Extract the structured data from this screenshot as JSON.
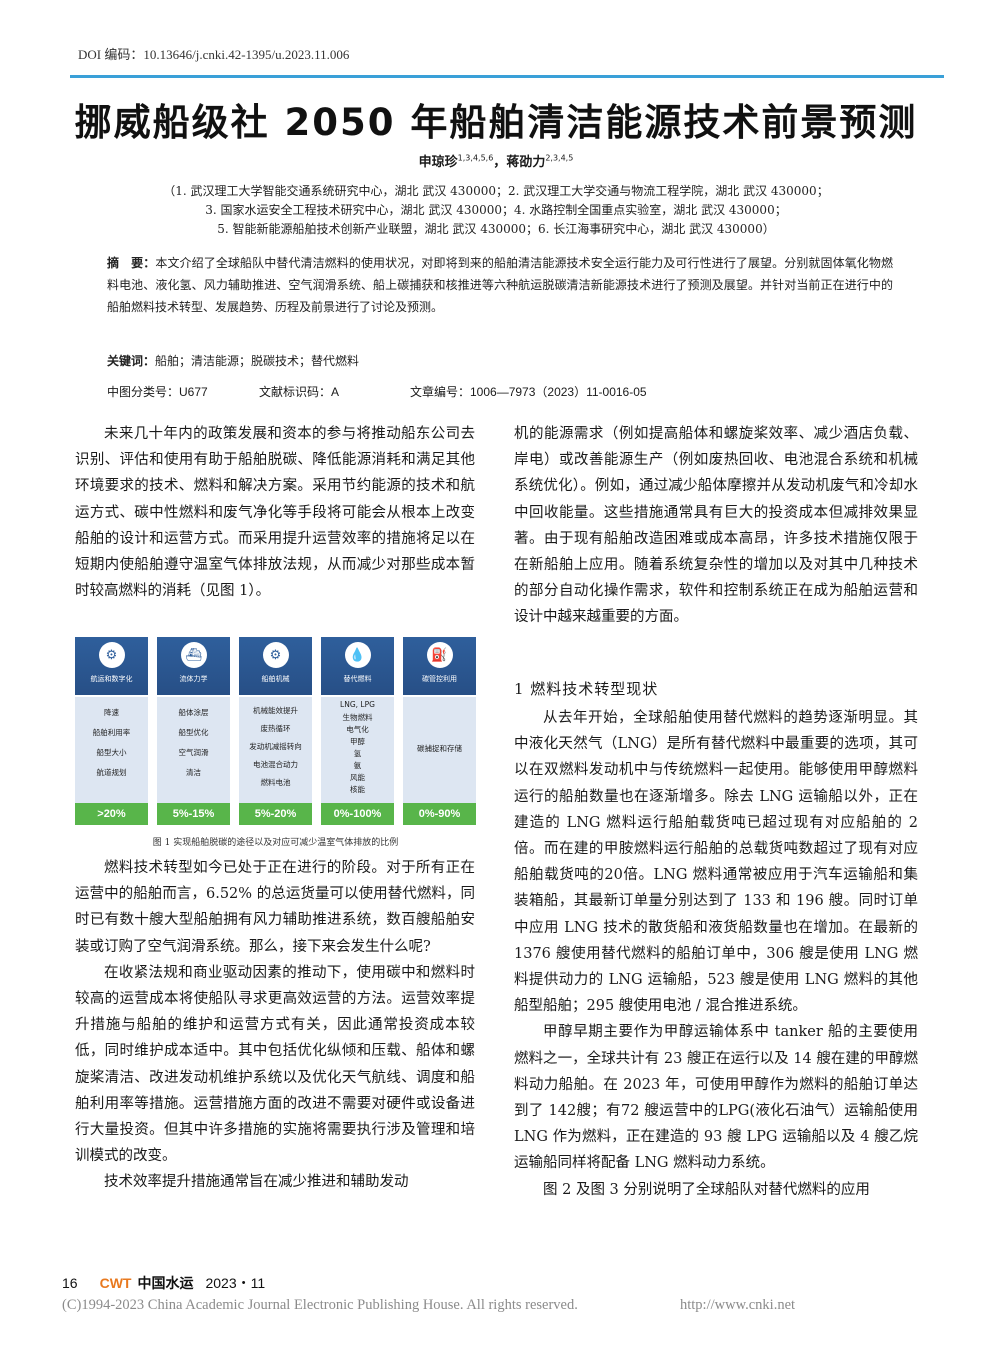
{
  "header": {
    "doi": "DOI 编码：10.13646/j.cnki.42-1395/u.2023.11.006"
  },
  "article": {
    "title": "挪威船级社 2050 年船舶清洁能源技术前景预测",
    "author1": "申琼珍",
    "author1_sup": "1,3,4,5,6",
    "author_sep": "，",
    "author2": "蒋劭力",
    "author2_sup": "2,3,4,5",
    "affiliations": [
      "（1. 武汉理工大学智能交通系统研究中心，湖北 武汉 430000；2. 武汉理工大学交通与物流工程学院，湖北 武汉 430000；",
      "3. 国家水运安全工程技术研究中心，湖北 武汉 430000；4. 水路控制全国重点实验室，湖北 武汉 430000；",
      "5. 智能新能源船舶技术创新产业联盟，湖北 武汉 430000；6. 长江海事研究中心，湖北 武汉 430000）"
    ],
    "abstract_label": "摘　要：",
    "abstract_text": "本文介绍了全球船队中替代清洁燃料的使用状况，对即将到来的船舶清洁能源技术安全运行能力及可行性进行了展望。分别就固体氧化物燃料电池、液化氢、风力辅助推进、空气润滑系统、船上碳捕获和核推进等六种航运脱碳清洁新能源技术进行了预测及展望。并针对当前正在进行中的船舶燃料技术转型、发展趋势、历程及前景进行了讨论及预测。",
    "keywords_label": "关键词：",
    "keywords_text": "船舶；清洁能源；脱碳技术；替代燃料",
    "clc": "中图分类号：U677",
    "doc_code": "文献标识码：A",
    "article_no": "文章编号：1006—7973（2023）11-0016-05"
  },
  "body": {
    "left_top": [
      "未来几十年内的政策发展和资本的参与将推动船东公司去识别、评估和使用有助于船舶脱碳、降低能源消耗和满足其他环境要求的技术、燃料和解决方案。采用节约能源的技术和航运方式、碳中性燃料和废气净化等手段将可能会从根本上改变船舶的设计和运营方式。而采用提升运营效率的措施将足以在短期内使船舶遵守温室气体排放法规，从而减少对那些成本暂时较高燃料的消耗（见图 1）。"
    ],
    "left_bot": [
      "燃料技术转型如今已处于正在进行的阶段。对于所有正在运营中的船舶而言，6.52% 的总运货量可以使用替代燃料，同时已有数十艘大型船舶拥有风力辅助推进系统，数百艘船舶安装或订购了空气润滑系统。那么，接下来会发生什么呢?",
      "在收紧法规和商业驱动因素的推动下，使用碳中和燃料时较高的运营成本将使船队寻求更高效运营的方法。运营效率提升措施与船舶的维护和运营方式有关，因此通常投资成本较低，同时维护成本适中。其中包括优化纵倾和压载、船体和螺旋桨清洁、改进发动机维护系统以及优化天气航线、调度和船舶利用率等措施。运营措施方面的改进不需要对硬件或设备进行大量投资。但其中许多措施的实施将需要执行涉及管理和培训模式的改变。",
      "技术效率提升措施通常旨在减少推进和辅助发动"
    ],
    "right_top": "机的能源需求（例如提高船体和螺旋桨效率、减少酒店负载、岸电）或改善能源生产（例如废热回收、电池混合系统和机械系统优化）。例如，通过减少船体摩擦并从发动机废气和冷却水中回收能量。这些措施通常具有巨大的投资成本但减排效果显著。由于现有船舶改造困难或成本高昂，许多技术措施仅限于在新船舶上应用。随着系统复杂性的增加以及对其中几种技术的部分自动化操作需求，软件和控制系统正在成为船舶运营和设计中越来越重要的方面。",
    "section_heading": "1  燃料技术转型现状",
    "right_bot": [
      "从去年开始，全球船舶使用替代燃料的趋势逐渐明显。其中液化天然气（LNG）是所有替代燃料中最重要的选项，其可以在双燃料发动机中与传统燃料一起使用。能够使用甲醇燃料运行的船舶数量也在逐渐增多。除去 LNG 运输船以外，正在建造的 LNG 燃料运行船舶载货吨已超过现有对应船舶的 2 倍。而在建的甲胺燃料运行船舶的总载货吨数超过了现有对应船舶载货吨的20倍。LNG 燃料通常被应用于汽车运输船和集装箱船，其最新订单量分别达到了 133 和 196 艘。同时订单中应用 LNG 技术的散货船和液货船数量也在增加。在最新的 1376 艘使用替代燃料的船舶订单中，306 艘是使用 LNG 燃料提供动力的 LNG 运输船，523 艘是使用 LNG 燃料的其他船型船舶；295 艘使用电池 / 混合推进系统。",
      "甲醇早期主要作为甲醇运输体系中 tanker 船的主要使用燃料之一，全球共计有 23 艘正在运行以及 14 艘在建的甲醇燃料动力船舶。在 2023 年，可使用甲醇作为燃料的船舶订单达到了 142艘；有72 艘运营中的LPG(液化石油气）运输船使用 LNG 作为燃料，正在建造的 93 艘 LPG 运输船以及 4 艘乙烷运输船同样将配备 LNG 燃料动力系统。",
      "图 2 及图 3 分别说明了全球船队对替代燃料的应用"
    ]
  },
  "figure1": {
    "columns": [
      {
        "icon": "⚙",
        "category": "航运和数字化",
        "items": [
          "降速",
          "船舶利用率",
          "船型大小",
          "航道规划"
        ],
        "pct": ">20%"
      },
      {
        "icon": "⛴",
        "category": "流体力学",
        "items": [
          "船体涂层",
          "船型优化",
          "空气润滑",
          "清洁"
        ],
        "pct": "5%-15%"
      },
      {
        "icon": "⚙",
        "category": "船舶机械",
        "items": [
          "机械能效提升",
          "废热循环",
          "发动机减摇转向",
          "电池混合动力",
          "燃料电池"
        ],
        "pct": "5%-20%"
      },
      {
        "icon": "💧",
        "category": "替代燃料",
        "items": [
          "LNG, LPG",
          "生物燃料",
          "电气化",
          "甲醇",
          "氢",
          "氨",
          "风能",
          "核能"
        ],
        "pct": "0%-100%"
      },
      {
        "icon": "⛽",
        "category": "碳管控利用",
        "items": [
          "碳捕捉和存储"
        ],
        "pct": "0%-90%"
      }
    ],
    "caption": "图 1 实现船舶脱碳的途径以及对应可减少温室气体排放的比例"
  },
  "footer": {
    "page": "16",
    "brand": "CWT",
    "journal": "中国水运",
    "date": "2023・11",
    "copyright": "(C)1994-2023 China Academic Journal Electronic Publishing House. All rights reserved.",
    "url": "http://www.cnki.net"
  }
}
